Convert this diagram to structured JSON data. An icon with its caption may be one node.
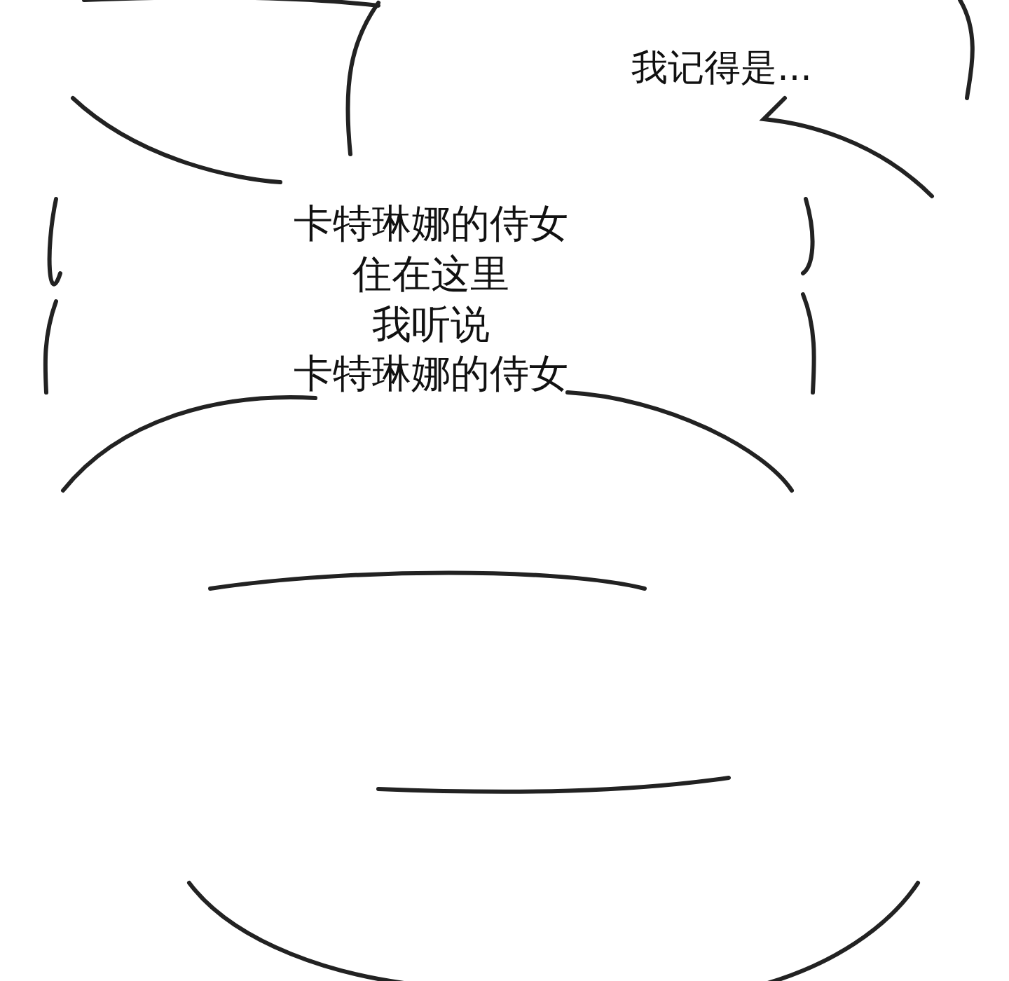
{
  "diagram": {
    "nodes": [
      {
        "text": [],
        "shape": "bubble"
      },
      {
        "text": [
          "我记得是..."
        ]
      },
      {
        "text": [
          "卡特琳娜的侍女",
          "住在这里",
          "我听说",
          "卡特琳娜的侍女"
        ]
      },
      {
        "text": [],
        "shape": "bubble"
      },
      {
        "text": [],
        "shape": "bubble"
      },
      {
        "text": [],
        "shape": "bubble"
      }
    ],
    "edges": []
  }
}
